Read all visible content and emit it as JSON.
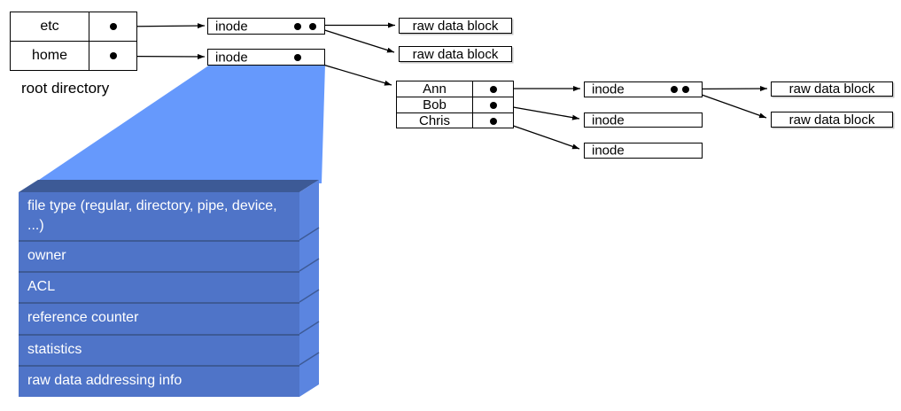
{
  "diagram": {
    "root_directory": {
      "label": "root directory",
      "entries": [
        {
          "name": "etc"
        },
        {
          "name": "home"
        }
      ]
    },
    "top_inodes": [
      {
        "label": "inode"
      },
      {
        "label": "inode"
      }
    ],
    "top_raw_blocks": [
      {
        "label": "raw data block"
      },
      {
        "label": "raw data block"
      }
    ],
    "home_directory": {
      "entries": [
        {
          "name": "Ann"
        },
        {
          "name": "Bob"
        },
        {
          "name": "Chris"
        }
      ]
    },
    "right_inodes": [
      {
        "label": "inode"
      },
      {
        "label": "inode"
      },
      {
        "label": "inode"
      }
    ],
    "right_raw_blocks": [
      {
        "label": "raw data block"
      },
      {
        "label": "raw data block"
      }
    ],
    "inode_detail": {
      "rows": [
        {
          "label": "file type (regular, directory, pipe, device, ...)"
        },
        {
          "label": "owner"
        },
        {
          "label": "ACL"
        },
        {
          "label": "reference counter"
        },
        {
          "label": "statistics"
        },
        {
          "label": "raw data addressing info"
        }
      ]
    },
    "colors": {
      "funnel": "#6699fc",
      "stack_face": "#4f74c8",
      "stack_bevel": "#3d5a96",
      "stack_side": "#5b85e0",
      "divider": "#3d5a96",
      "arrow": "#000000"
    }
  }
}
